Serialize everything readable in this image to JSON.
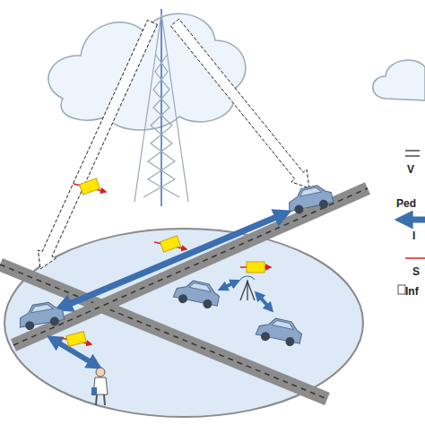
{
  "diagram": {
    "legend": [
      {
        "text": "V"
      },
      {
        "text": "Ped"
      },
      {
        "text": "I"
      },
      {
        "text": "S"
      },
      {
        "text": "Inf"
      }
    ]
  }
}
